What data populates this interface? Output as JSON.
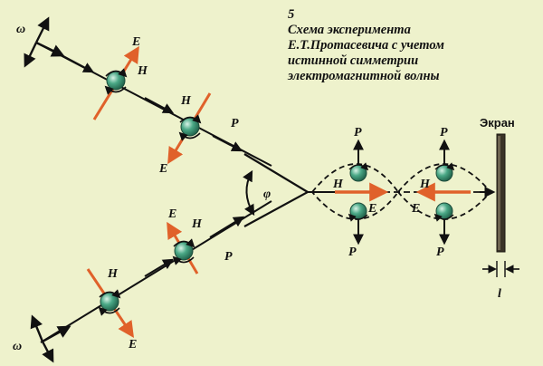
{
  "caption": {
    "number": "5",
    "lines": [
      "Схема эксперимента",
      "Е.Т.Протасевича с учетом",
      "истинной симметрии",
      "электромагнитной волны"
    ]
  },
  "labels": {
    "omega": "ω",
    "E": "E",
    "H": "H",
    "P": "P",
    "phi": "φ",
    "screen": "Экран",
    "l": "l"
  },
  "colors": {
    "background": "#eef2cc",
    "line": "#111111",
    "e_vector": "#e0612a",
    "particle": "#2f8f6f",
    "screen": "#3a3326"
  }
}
